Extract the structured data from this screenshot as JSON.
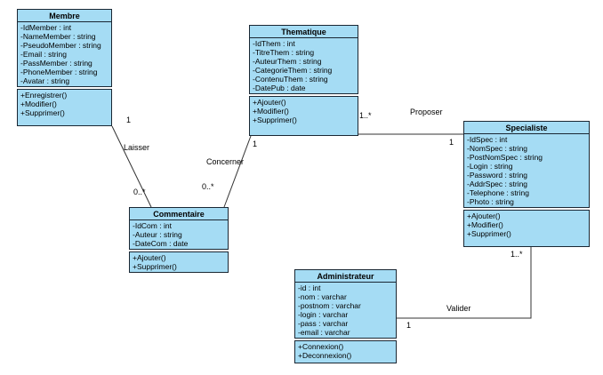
{
  "diagram": {
    "kind": "uml-class-diagram",
    "background": "#ffffff",
    "colors": {
      "class_fill": "#a5dcf4",
      "class_border": "#1a2733",
      "line": "#333333",
      "text": "#000000"
    }
  },
  "classes": [
    {
      "name": "Membre",
      "attributes": [
        "-IdMember : int",
        "-NameMember : string",
        "-PseudoMember : string",
        "-Email : string",
        "-PassMember : string",
        "-PhoneMember : string",
        "-Avatar : string"
      ],
      "methods": [
        "+Enregistrer()",
        "+Modifier()",
        "+Supprimer()"
      ]
    },
    {
      "name": "Thematique",
      "attributes": [
        "-IdThem : int",
        "-TitreThem : string",
        "-AuteurThem : string",
        "-CategorieThem : string",
        "-ContenuThem : string",
        "-DatePub : date"
      ],
      "methods": [
        "+Ajouter()",
        "+Modifier()",
        "+Supprimer()"
      ]
    },
    {
      "name": "Specialiste",
      "attributes": [
        "-IdSpec : int",
        "-NomSpec : string",
        "-PostNomSpec : string",
        "-Login : string",
        "-Password : string",
        "-AddrSpec : string",
        "-Telephone : string",
        "-Photo : string"
      ],
      "methods": [
        "+Ajouter()",
        "+Modifier()",
        "+Supprimer()"
      ]
    },
    {
      "name": "Commentaire",
      "attributes": [
        "-IdCom : int",
        "-Auteur : string",
        "-DateCom : date"
      ],
      "methods": [
        "+Ajouter()",
        "+Supprimer()"
      ]
    },
    {
      "name": "Administrateur",
      "attributes": [
        "-id : int",
        "-nom : varchar",
        "-postnom : varchar",
        "-login : varchar",
        "-pass : varchar",
        "-email : varchar"
      ],
      "methods": [
        "+Connexion()",
        "+Deconnexion()"
      ]
    }
  ],
  "relations": [
    {
      "label": "Laisser",
      "from": "Membre",
      "to": "Commentaire",
      "from_multiplicity": "1",
      "to_multiplicity": "0..*"
    },
    {
      "label": "Concerner",
      "from": "Thematique",
      "to": "Commentaire",
      "from_multiplicity": "1",
      "to_multiplicity": "0..*"
    },
    {
      "label": "Proposer",
      "from": "Thematique",
      "to": "Specialiste",
      "from_multiplicity": "1..*",
      "to_multiplicity": "1"
    },
    {
      "label": "Valider",
      "from": "Administrateur",
      "to": "Specialiste",
      "from_multiplicity": "1",
      "to_multiplicity": "1..*"
    }
  ]
}
